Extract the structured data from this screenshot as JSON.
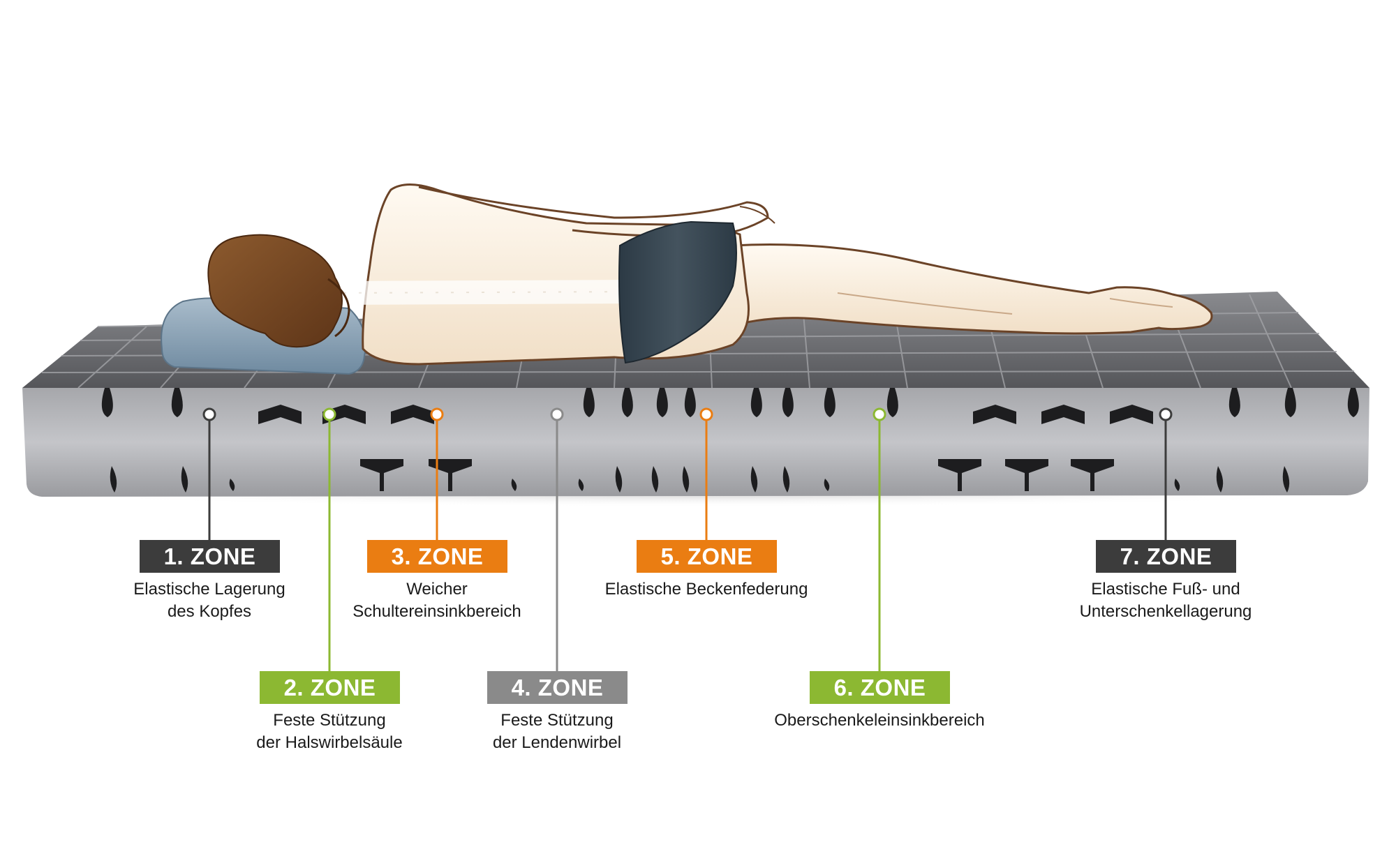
{
  "colors": {
    "zone_dark": "#3c3c3c",
    "zone_green": "#8cb832",
    "zone_orange": "#ea7d12",
    "zone_gray": "#8a8a8a",
    "mattress_top": "#6d6e72",
    "mattress_side": "#b4b5b9",
    "slit": "#1d1d1f",
    "pillow": "#8ea7bb",
    "skin": "#f7ead8",
    "outline": "#6b4327",
    "hair": "#7a4a24",
    "briefs": "#33404a"
  },
  "icons": {
    "mattress": "mattress-illustration",
    "sleeper": "side-sleeping-woman",
    "spine": "spine-xray",
    "pillow": "pillow"
  },
  "zones": [
    {
      "label": "1. ZONE",
      "color": "#3c3c3c",
      "lines": [
        "Elastische Lagerung",
        "des Kopfes"
      ]
    },
    {
      "label": "2. ZONE",
      "color": "#8cb832",
      "lines": [
        "Feste Stützung",
        "der Halswirbelsäule"
      ]
    },
    {
      "label": "3. ZONE",
      "color": "#ea7d12",
      "lines": [
        "Weicher",
        "Schultereinsinkbereich"
      ]
    },
    {
      "label": "4. ZONE",
      "color": "#8a8a8a",
      "lines": [
        "Feste Stützung",
        "der Lendenwirbel"
      ]
    },
    {
      "label": "5. ZONE",
      "color": "#ea7d12",
      "lines": [
        "Elastische Beckenfederung"
      ]
    },
    {
      "label": "6. ZONE",
      "color": "#8cb832",
      "lines": [
        "Oberschenkeleinsinkbereich"
      ]
    },
    {
      "label": "7. ZONE",
      "color": "#3c3c3c",
      "lines": [
        "Elastische Fuß- und",
        "Unterschenkellagerung"
      ]
    }
  ]
}
